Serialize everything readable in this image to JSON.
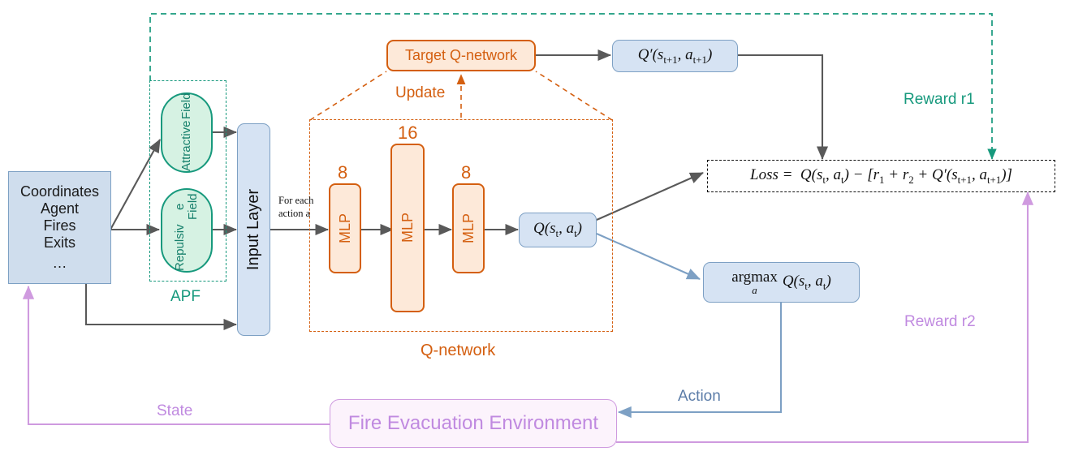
{
  "diagram": {
    "title": "DQN with Artificial Potential Field for Fire Evacuation",
    "colors": {
      "blue_fill": "#cfdded",
      "blue_stroke": "#7da0c4",
      "teal_fill": "#d6f2e3",
      "teal_stroke": "#17997d",
      "orange_fill": "#fde9d9",
      "orange_stroke": "#d45f10",
      "purple_fill": "#fcf3fc",
      "purple_stroke": "#cf9adf",
      "arrow_gray": "#595959",
      "black": "#111111"
    }
  },
  "nodes": {
    "state_box": {
      "lines": [
        "Coordinates",
        "Agent",
        "Fires",
        "Exits",
        "…"
      ]
    },
    "attractive_field": {
      "label": "Attractive\nField"
    },
    "attractive_field_l1": "Attractive",
    "attractive_field_l2": "Field",
    "repulsive_field_l1": "Repulsiv",
    "repulsive_field_l2": "e Field",
    "apf_group_label": "APF",
    "input_layer": {
      "label": "Input Layer"
    },
    "for_each_action_l1": "For each",
    "for_each_action_l2": "action a",
    "mlp1": {
      "label": "MLP",
      "units": "8"
    },
    "mlp2": {
      "label": "MLP",
      "units": "16"
    },
    "mlp3": {
      "label": "MLP",
      "units": "8"
    },
    "q_value": {
      "label": "Q(s_t , a_t)"
    },
    "qnetwork_group_label": "Q-network",
    "target_qnetwork": {
      "label": "Target Q-network"
    },
    "update_label": "Update",
    "q_prime": {
      "label": "Q′(s_t+1 , a_t+1)"
    },
    "loss_box": {
      "label": "Loss =  Q(s_t, a_t) − [r_1 + r_2 + Q′(s_t+1, a_t+1)]"
    },
    "argmax_box": {
      "label_main": "argmax Q(s_t , a_t)",
      "label_sub": "a"
    },
    "environment": {
      "label": "Fire Evacuation Environment"
    }
  },
  "edge_labels": {
    "reward_r1": "Reward r1",
    "reward_r2": "Reward r2",
    "state": "State",
    "action": "Action"
  }
}
